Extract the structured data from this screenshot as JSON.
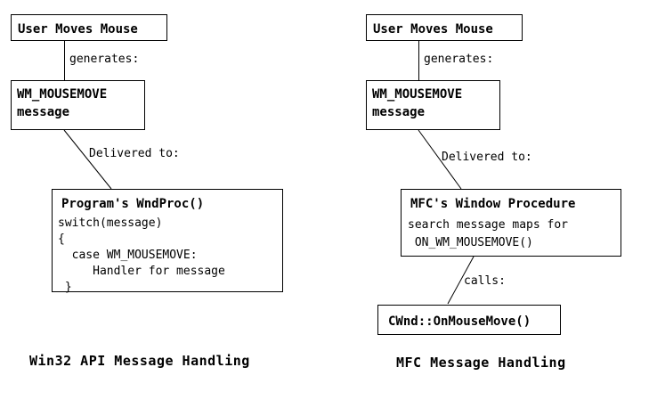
{
  "diagram": {
    "background_color": "#ffffff",
    "line_color": "#000000",
    "left_flow": {
      "caption": "Win32 API Message Handling",
      "nodes": {
        "user_action": "User Moves Mouse",
        "message_title": "WM_MOUSEMOVE",
        "message_subtitle": "message",
        "handler_title": "Program's WndProc()",
        "handler_code_line1": "switch(message)",
        "handler_code_line2": "{",
        "handler_code_line3": "  case WM_MOUSEMOVE:",
        "handler_code_line4": "     Handler for message",
        "handler_code_line5": " }"
      },
      "edges": {
        "generates": "generates:",
        "delivered_to": "Delivered to:"
      }
    },
    "right_flow": {
      "caption": "MFC Message Handling",
      "nodes": {
        "user_action": "User Moves Mouse",
        "message_title": "WM_MOUSEMOVE",
        "message_subtitle": "message",
        "procedure_title": "MFC's Window Procedure",
        "procedure_line1": "search message maps for",
        "procedure_line2": " ON_WM_MOUSEMOVE()",
        "handler_call": "CWnd::OnMouseMove()"
      },
      "edges": {
        "generates": "generates:",
        "delivered_to": "Delivered to:",
        "calls": "calls:"
      }
    }
  }
}
